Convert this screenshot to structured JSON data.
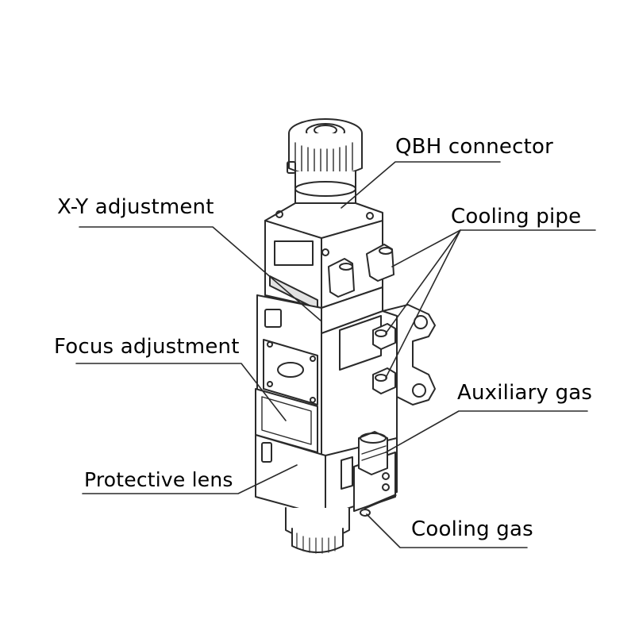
{
  "labels": {
    "qbh_connector": "QBH connector",
    "xy_adjustment": "X-Y adjustment",
    "cooling_pipe": "Cooling pipe",
    "focus_adjustment": "Focus adjustment",
    "auxiliary_gas": "Auxiliary gas",
    "protective_lens": "Protective lens",
    "cooling_gas": "Cooling gas"
  },
  "colors": {
    "line": "#2a2a2a",
    "paper": "#ffffff",
    "shade": "#c8c8c8"
  }
}
